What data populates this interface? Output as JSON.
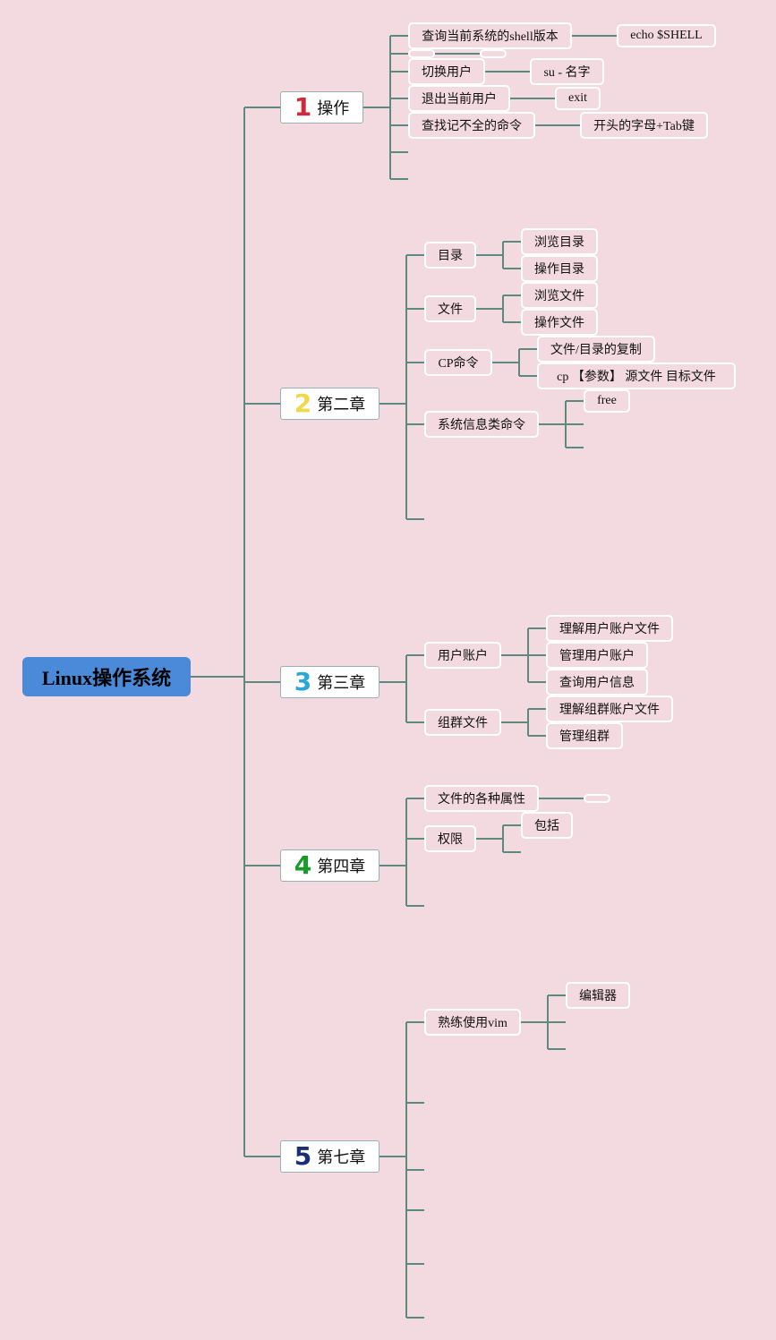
{
  "colors": {
    "background": "#f3d9e0",
    "line": "#5d8a80",
    "root": "#4a8ad8",
    "n1": "#d0283c",
    "n2": "#f0d84a",
    "n3": "#2aa6d8",
    "n4": "#1a9a2a",
    "n5": "#1a2e7a"
  },
  "root": "Linux操作系统",
  "ch1": {
    "num": "1",
    "title": "操作",
    "shell": "查询当前系统的shell版本",
    "shell_val": "echo $SHELL",
    "switch": "切换用户",
    "switch_val": "su - 名字",
    "exit": "退出当前用户",
    "exit_val": "exit",
    "tab": "查找记不全的命令",
    "tab_val": "开头的字母+Tab键"
  },
  "ch2": {
    "num": "2",
    "title": "第二章",
    "dir": "目录",
    "dir_browse": "浏览目录",
    "dir_op": "操作目录",
    "file": "文件",
    "file_browse": "浏览文件",
    "file_op": "操作文件",
    "cp": "CP命令",
    "cp_desc": "文件/目录的复制",
    "cp_syntax": "cp 【参数】 源文件 目标文件",
    "sysinfo": "系统信息类命令",
    "free": "free"
  },
  "ch3": {
    "num": "3",
    "title": "第三章",
    "user": "用户账户",
    "user_file": "理解用户账户文件",
    "user_manage": "管理用户账户",
    "user_query": "查询用户信息",
    "group": "组群文件",
    "group_file": "理解组群账户文件",
    "group_manage": "管理组群"
  },
  "ch4": {
    "num": "4",
    "title": "第四章",
    "attr": "文件的各种属性",
    "perm": "权限",
    "include": "包括"
  },
  "ch5": {
    "num": "5",
    "title": "第七章",
    "vim": "熟练使用vim",
    "editor": "编辑器"
  }
}
